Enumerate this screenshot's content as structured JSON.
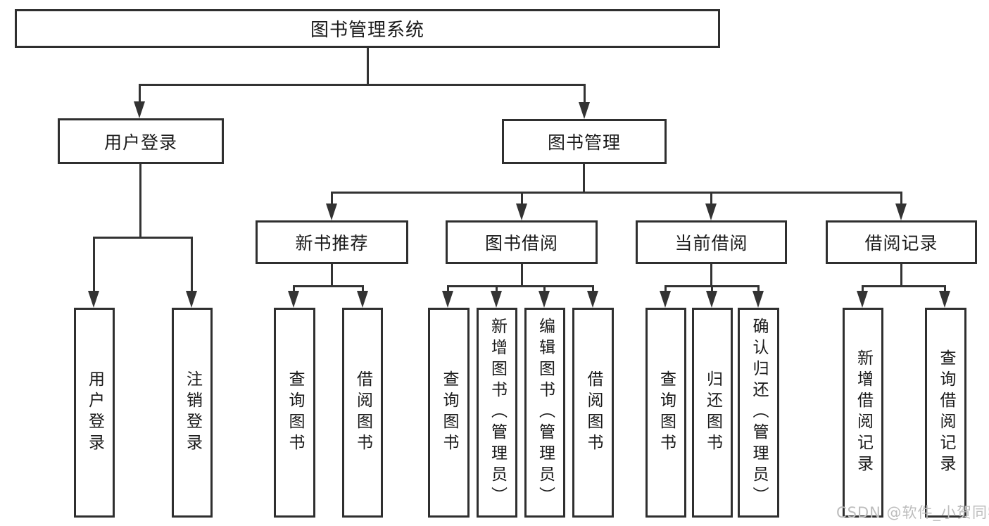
{
  "diagram": {
    "root": "图书管理系统",
    "branches": [
      {
        "label": "用户登录",
        "children": [
          "用户登录",
          "注销登录"
        ]
      },
      {
        "label": "图书管理",
        "sections": [
          {
            "label": "新书推荐",
            "children": [
              "查询图书",
              "借阅图书"
            ]
          },
          {
            "label": "图书借阅",
            "children": [
              "查询图书",
              "新增图书（管理员）",
              "编辑图书（管理员）",
              "借阅图书"
            ]
          },
          {
            "label": "当前借阅",
            "children": [
              "查询图书",
              "归还图书",
              "确认归还（管理员）"
            ]
          },
          {
            "label": "借阅记录",
            "children": [
              "新增借阅记录",
              "查询借阅记录"
            ]
          }
        ]
      }
    ]
  },
  "watermark": "CSDN @软件_小贺同学",
  "colors": {
    "line": "#333333",
    "box_border": "#2f2f2f",
    "text": "#1a1a1a",
    "watermark": "#bdbdbd",
    "background": "#ffffff"
  }
}
